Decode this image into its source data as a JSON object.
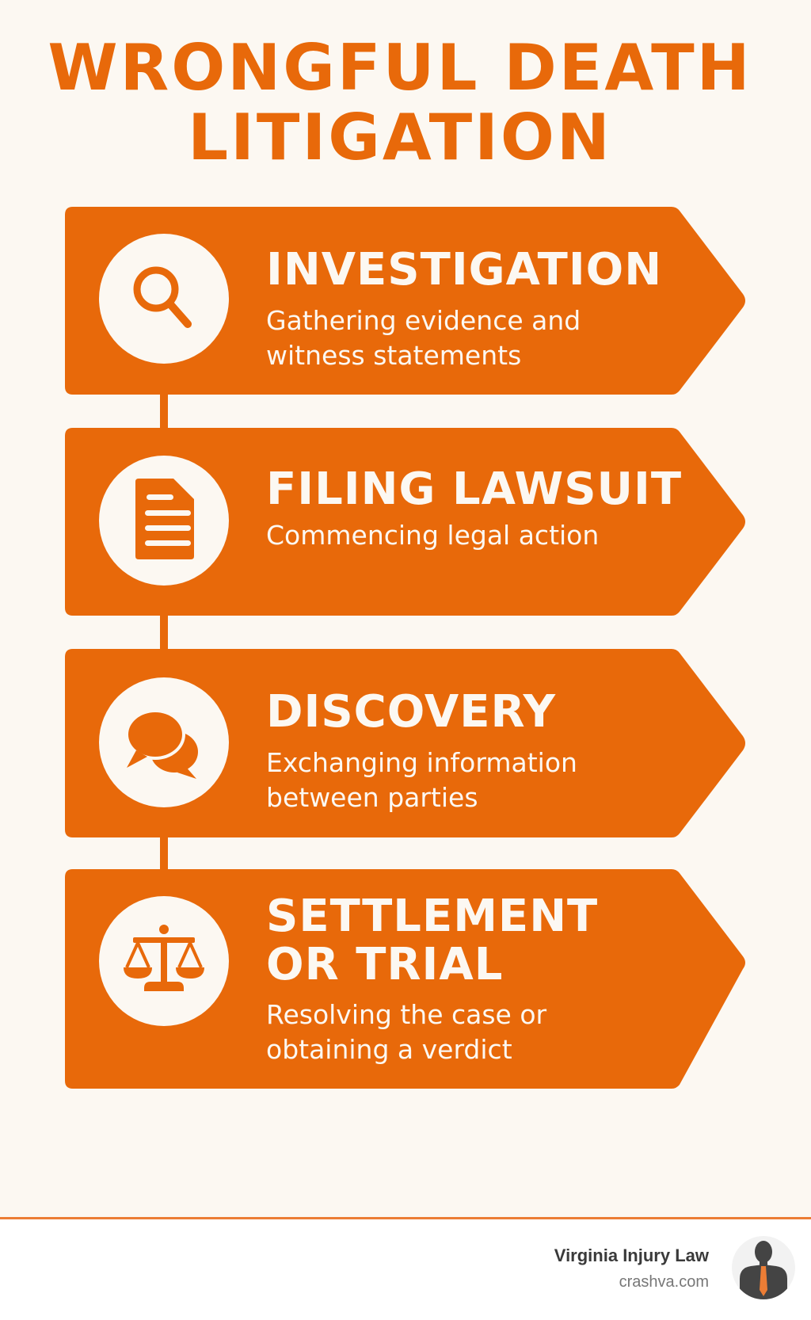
{
  "title": {
    "line1": "WRONGFUL DEATH",
    "line2": "LITIGATION"
  },
  "steps": [
    {
      "title": "INVESTIGATION",
      "title_line2": "",
      "description": "Gathering evidence and witness statements",
      "icon": "magnifying-glass-icon"
    },
    {
      "title": "FILING LAWSUIT",
      "title_line2": "",
      "description": "Commencing legal action",
      "icon": "document-icon"
    },
    {
      "title": "DISCOVERY",
      "title_line2": "",
      "description": "Exchanging information between parties",
      "icon": "chat-bubbles-icon"
    },
    {
      "title": "SETTLEMENT",
      "title_line2": "OR TRIAL",
      "description": "Resolving the case or obtaining a verdict",
      "icon": "scales-of-justice-icon"
    }
  ],
  "footer": {
    "brand": "Virginia Injury Law",
    "url": "crashva.com",
    "avatar_icon": "lawyer-silhouette-icon"
  },
  "colors": {
    "accent": "#E8690A",
    "background": "#FCF8F2",
    "footer_line": "#EC7D35",
    "footer_text": "#3A3A3A",
    "footer_subtext": "#777777"
  }
}
